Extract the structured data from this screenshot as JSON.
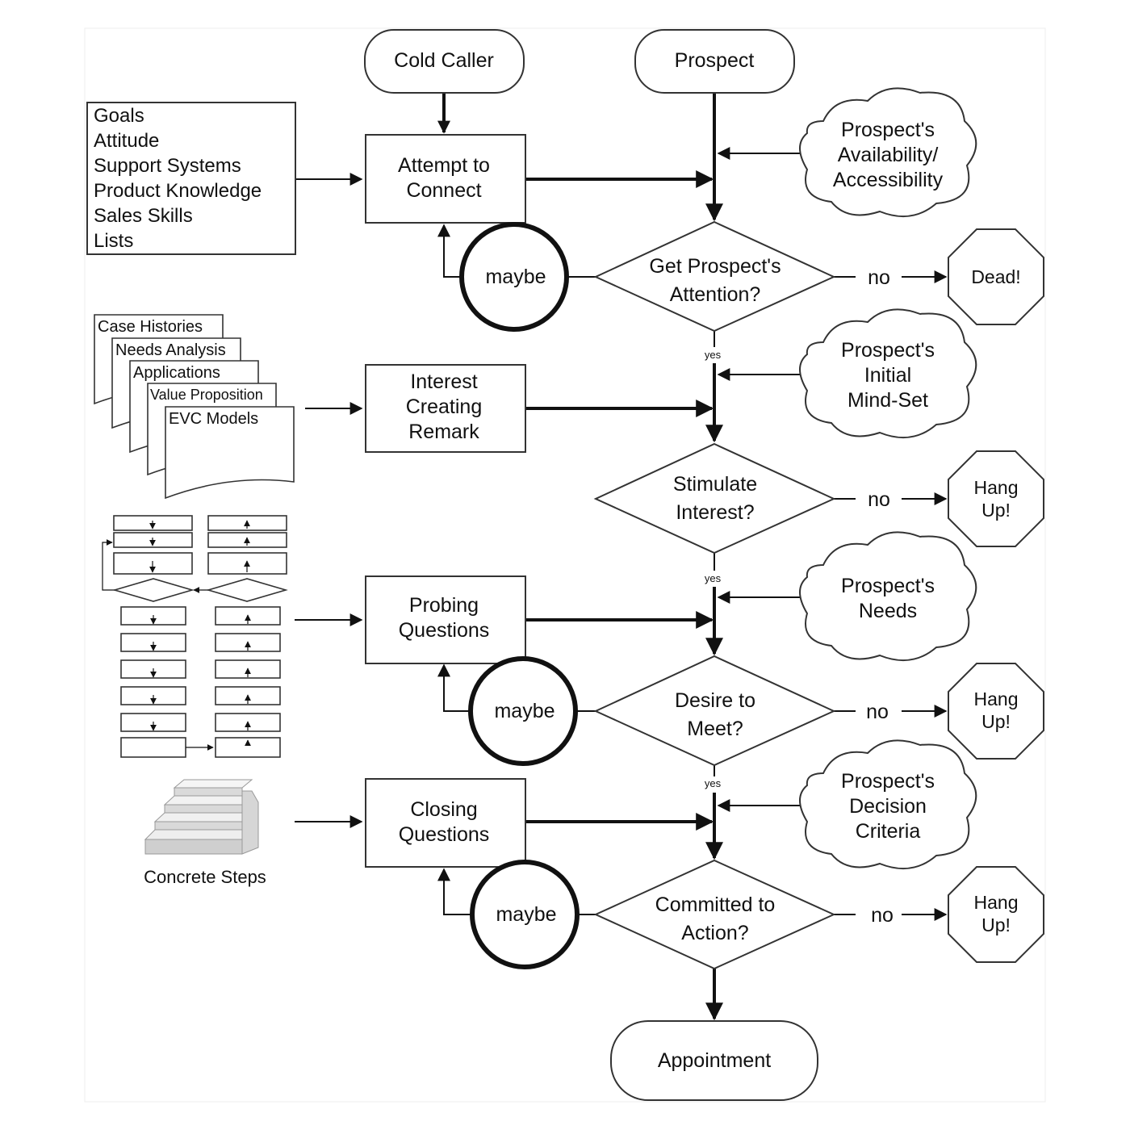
{
  "terminals": {
    "cold_caller": "Cold Caller",
    "prospect": "Prospect",
    "appointment": "Appointment"
  },
  "inputs_box": {
    "lines": [
      "Goals",
      "Attitude",
      "Support Systems",
      "Product Knowledge",
      "Sales Skills",
      "Lists"
    ]
  },
  "documents": [
    "Case Histories",
    "Needs Analysis",
    "Applications",
    "Value Proposition",
    "EVC Models"
  ],
  "steps_caption": "Concrete Steps",
  "processes": {
    "attempt": [
      "Attempt to",
      "Connect"
    ],
    "interest": [
      "Interest",
      "Creating",
      "Remark"
    ],
    "probing": [
      "Probing",
      "Questions"
    ],
    "closing": [
      "Closing",
      "Questions"
    ]
  },
  "decisions": {
    "attention": [
      "Get Prospect's",
      "Attention?"
    ],
    "stimulate": [
      "Stimulate",
      "Interest?"
    ],
    "desire": [
      "Desire to",
      "Meet?"
    ],
    "committed": [
      "Committed to",
      "Action?"
    ]
  },
  "clouds": {
    "availability": [
      "Prospect's",
      "Availability/",
      "Accessibility"
    ],
    "mindset": [
      "Prospect's",
      "Initial",
      "Mind-Set"
    ],
    "needs": [
      "Prospect's",
      "Needs"
    ],
    "criteria": [
      "Prospect's",
      "Decision",
      "Criteria"
    ]
  },
  "outcomes": {
    "dead": [
      "Dead!"
    ],
    "hangup1": [
      "Hang",
      "Up!"
    ],
    "hangup2": [
      "Hang",
      "Up!"
    ],
    "hangup3": [
      "Hang",
      "Up!"
    ]
  },
  "labels": {
    "no": "no",
    "yes": "yes",
    "maybe": "maybe"
  }
}
